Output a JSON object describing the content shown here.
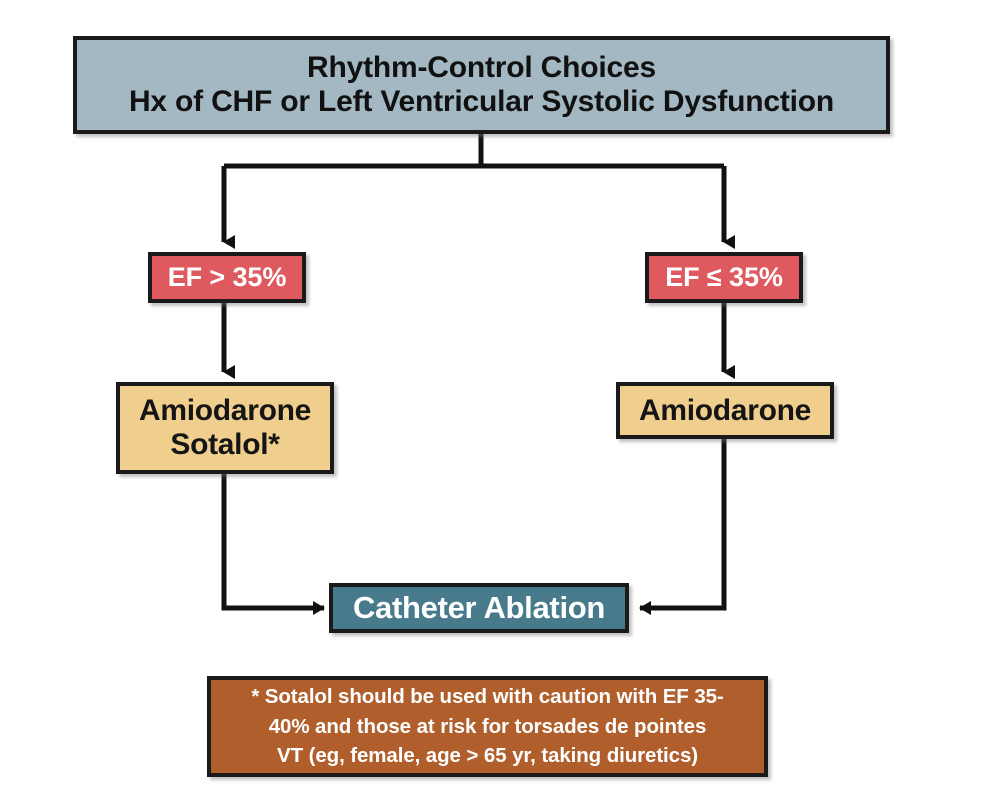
{
  "diagram": {
    "title": "Rhythm-Control Choices",
    "type": "clinical-decision-flowchart",
    "palette": {
      "header_fill": "#a3b8c2",
      "decision_fill": "#de5a5e",
      "treatment_fill": "#f0cf8e",
      "outcome_fill": "#477a8a",
      "footnote_fill": "#b05f2c",
      "border": "#1a1a1a",
      "background": "#ffffff"
    },
    "header": {
      "line1": "Rhythm-Control Choices",
      "line2": "Hx of CHF or Left Ventricular Systolic Dysfunction"
    },
    "decisions": [
      {
        "id": "ef-gt-35",
        "label": "EF > 35%",
        "branch": "left"
      },
      {
        "id": "ef-le-35",
        "label": "EF ≤ 35%",
        "branch": "right"
      }
    ],
    "treatments": [
      {
        "id": "amiodarone-sotalol",
        "line1": "Amiodarone",
        "line2": "Sotalol*",
        "branch": "left"
      },
      {
        "id": "amiodarone",
        "line1": "Amiodarone",
        "line2": "",
        "branch": "right"
      }
    ],
    "outcome": {
      "id": "catheter-ablation",
      "label": "Catheter Ablation"
    },
    "footnote": {
      "line1": "* Sotalol should be used with caution with EF 35-",
      "line2": "40% and those at risk for torsades de pointes",
      "line3": "VT (eg, female,  age > 65 yr, taking diuretics)"
    }
  }
}
